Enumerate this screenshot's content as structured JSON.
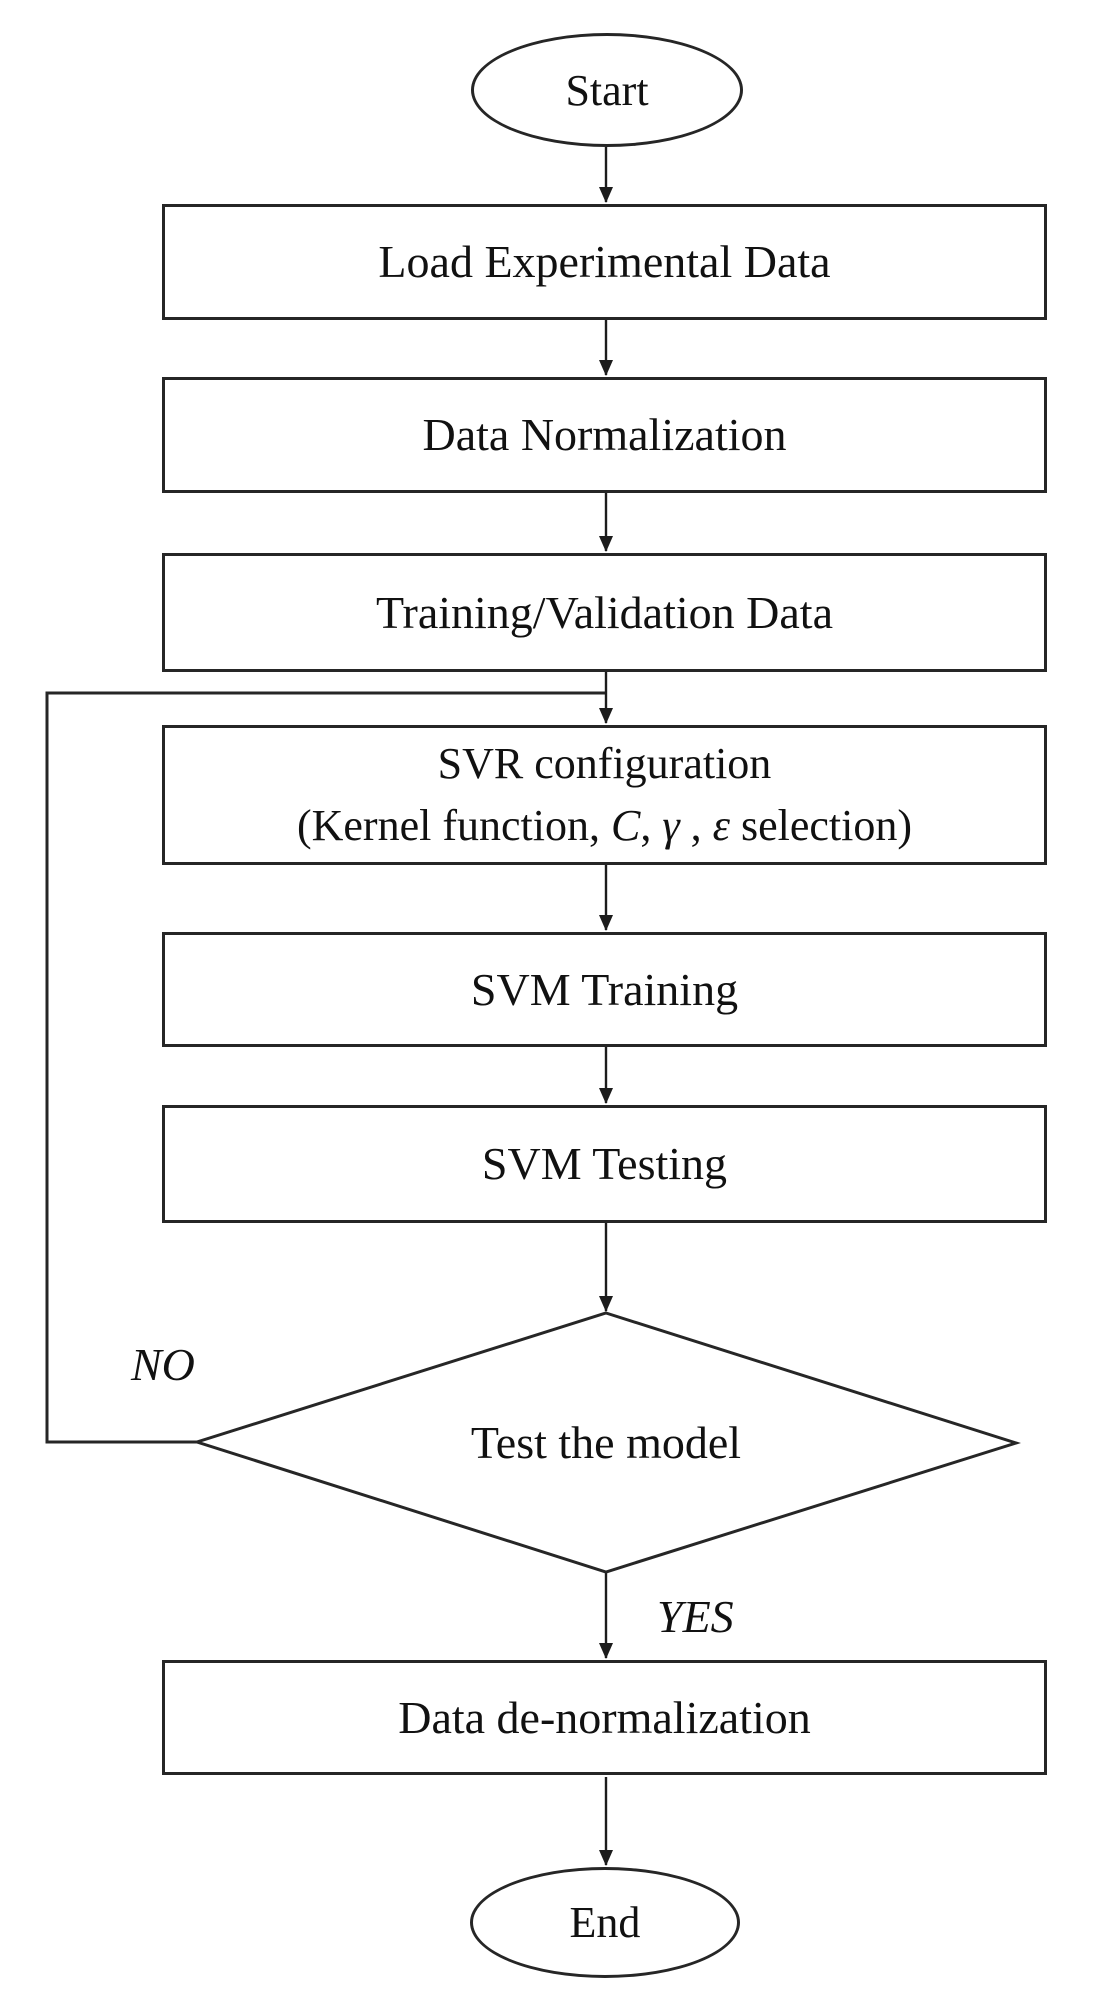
{
  "flowchart": {
    "nodes": {
      "start": {
        "label": "Start",
        "type": "terminator"
      },
      "load_data": {
        "label": "Load Experimental Data",
        "type": "process"
      },
      "normalization": {
        "label": "Data Normalization",
        "type": "process"
      },
      "train_valid": {
        "label": "Training/Validation Data",
        "type": "process"
      },
      "svr_config": {
        "type": "process",
        "title": "SVR configuration",
        "params_prefix": "(Kernel function, ",
        "param_c": "C",
        "comma1": ", ",
        "param_gamma": "γ",
        "comma2": " , ",
        "param_epsilon": "ε",
        "params_suffix": " selection)"
      },
      "svm_training": {
        "label": "SVM Training",
        "type": "process"
      },
      "svm_testing": {
        "label": "SVM Testing",
        "type": "process"
      },
      "decision": {
        "label": "Test the model",
        "type": "decision"
      },
      "denormalization": {
        "label": "Data de-normalization",
        "type": "process"
      },
      "end": {
        "label": "End",
        "type": "terminator"
      }
    },
    "edge_labels": {
      "no": "NO",
      "yes": "YES"
    },
    "colors": {
      "line": "#1c1c1c",
      "border": "#262626",
      "text": "#111111",
      "background": "#ffffff"
    }
  }
}
